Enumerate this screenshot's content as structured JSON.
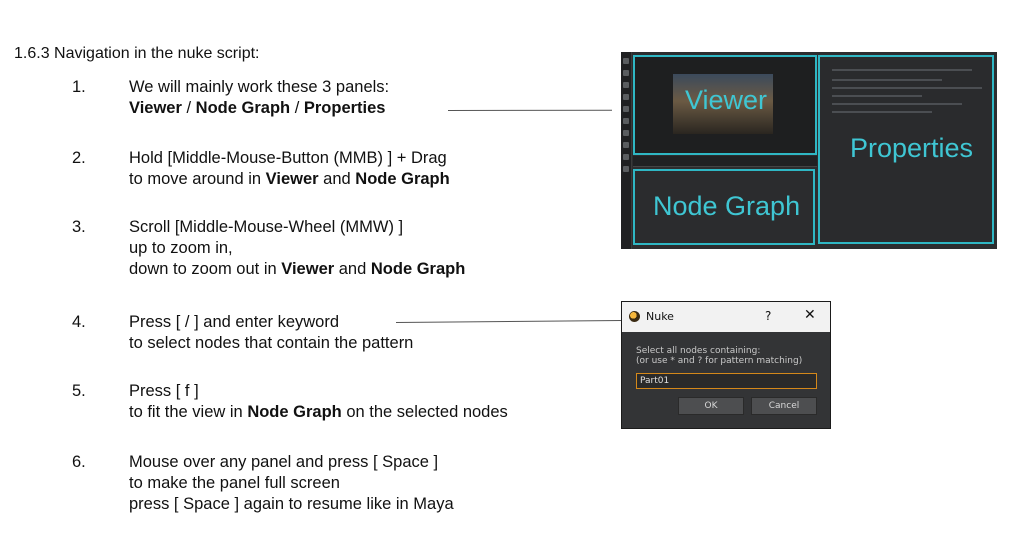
{
  "heading": "1.6.3  Navigation in the nuke script:",
  "items": [
    {
      "num": "1.",
      "lines": [
        [
          {
            "t": "We will mainly work these 3 panels:",
            "b": false
          }
        ],
        [
          {
            "t": "Viewer",
            "b": true
          },
          {
            "t": " / ",
            "b": false
          },
          {
            "t": "Node Graph",
            "b": true
          },
          {
            "t": " / ",
            "b": false
          },
          {
            "t": "Properties",
            "b": true
          }
        ]
      ]
    },
    {
      "num": "2.",
      "lines": [
        [
          {
            "t": "Hold [Middle-Mouse-Button (MMB) ] + Drag",
            "b": false
          }
        ],
        [
          {
            "t": "to move around in ",
            "b": false
          },
          {
            "t": "Viewer",
            "b": true
          },
          {
            "t": " and ",
            "b": false
          },
          {
            "t": "Node Graph",
            "b": true
          }
        ]
      ]
    },
    {
      "num": "3.",
      "lines": [
        [
          {
            "t": "Scroll [Middle-Mouse-Wheel (MMW) ]",
            "b": false
          }
        ],
        [
          {
            "t": "up to zoom in,",
            "b": false
          }
        ],
        [
          {
            "t": "down to zoom out  in ",
            "b": false
          },
          {
            "t": "Viewer",
            "b": true
          },
          {
            "t": " and ",
            "b": false
          },
          {
            "t": "Node Graph",
            "b": true
          }
        ]
      ]
    },
    {
      "num": "4.",
      "lines": [
        [
          {
            "t": "Press [ / ] and enter keyword",
            "b": false
          }
        ],
        [
          {
            "t": "to select nodes that contain the pattern",
            "b": false
          }
        ]
      ]
    },
    {
      "num": "5.",
      "lines": [
        [
          {
            "t": "Press [ f ]",
            "b": false
          }
        ],
        [
          {
            "t": "to fit the view in ",
            "b": false
          },
          {
            "t": "Node Graph",
            "b": true
          },
          {
            "t": " on the selected nodes",
            "b": false
          }
        ]
      ]
    },
    {
      "num": "6.",
      "lines": [
        [
          {
            "t": "Mouse over any panel and press [ Space ]",
            "b": false
          }
        ],
        [
          {
            "t": "to make the panel full screen",
            "b": false
          }
        ],
        [
          {
            "t": "press [ Space ] again to resume like in Maya",
            "b": false
          }
        ]
      ]
    }
  ],
  "nuke_screenshot": {
    "viewer_label": "Viewer",
    "node_graph_label": "Node Graph",
    "properties_label": "Properties",
    "accent_color": "#2fb7c4"
  },
  "dialog": {
    "title": "Nuke",
    "help": "?",
    "close": "✕",
    "prompt": "Select all nodes containing:\n(or use * and ? for pattern matching)",
    "input_value": "Part01",
    "ok_label": "OK",
    "cancel_label": "Cancel",
    "focus_color": "#d4881a"
  }
}
